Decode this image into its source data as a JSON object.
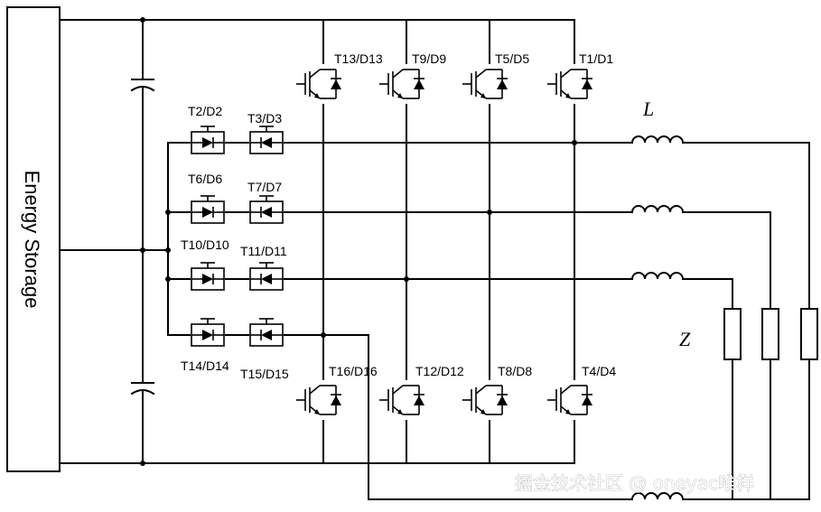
{
  "source_label": "Energy Storage",
  "inductor_label": "L",
  "load_label": "Z",
  "top_switches": [
    "T13/D13",
    "T9/D9",
    "T5/D5",
    "T1/D1"
  ],
  "bottom_switches": [
    "T16/D16",
    "T12/D12",
    "T8/D8",
    "T4/D4"
  ],
  "bidirectional_left": [
    "T2/D2",
    "T6/D6",
    "T10/D10",
    "T14/D14"
  ],
  "bidirectional_right": [
    "T3/D3",
    "T7/D7",
    "T11/D11",
    "T15/D15"
  ],
  "watermark": "掘金技术社区 @ oneyac唯样"
}
